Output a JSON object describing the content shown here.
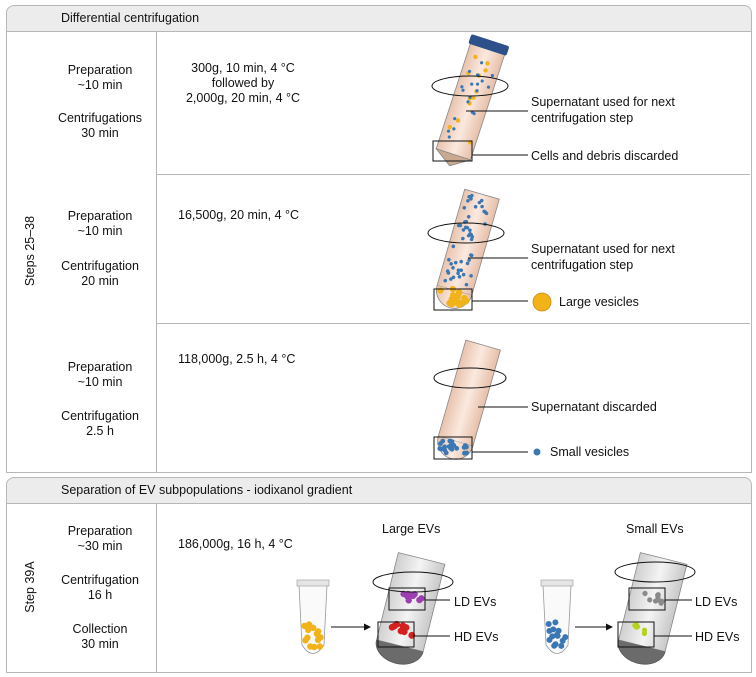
{
  "section1": {
    "header": "Differential centrifugation",
    "steps_label": "Steps 25–38",
    "rows": [
      {
        "prep_label": "Preparation",
        "prep_time": "~10 min",
        "cent_label": "Centrifugations",
        "cent_time": "30 min",
        "condition_lines": [
          "300g, 10 min, 4 °C",
          "followed by",
          "2,000g, 20 min, 4 °C"
        ],
        "ann_top": [
          "Supernatant used for next",
          "centrifugation step"
        ],
        "ann_bottom": "Cells and debris discarded"
      },
      {
        "prep_label": "Preparation",
        "prep_time": "~10 min",
        "cent_label": "Centrifugation",
        "cent_time": "20 min",
        "condition_lines": [
          "16,500g, 20 min, 4 °C"
        ],
        "ann_top": [
          "Supernatant used for next",
          "centrifugation step"
        ],
        "ann_bottom": "Large vesicles"
      },
      {
        "prep_label": "Preparation",
        "prep_time": "~10 min",
        "cent_label": "Centrifugation",
        "cent_time": "2.5 h",
        "condition_lines": [
          "118,000g, 2.5 h, 4 °C"
        ],
        "ann_top": [
          "Supernatant discarded"
        ],
        "ann_bottom": "Small vesicles"
      }
    ]
  },
  "section2": {
    "header": "Separation of EV subpopulations - iodixanol gradient",
    "steps_label": "Step 39A",
    "prep_label": "Preparation",
    "prep_time": "~30 min",
    "cent_label": "Centrifugation",
    "cent_time": "16 h",
    "coll_label": "Collection",
    "coll_time": "30 min",
    "condition": "186,000g, 16 h, 4 °C",
    "large_title": "Large EVs",
    "small_title": "Small EVs",
    "ld_label": "LD EVs",
    "hd_label": "HD EVs"
  },
  "colors": {
    "yellow": "#f2b318",
    "blue": "#3a78b5",
    "purple": "#9b3fb0",
    "red": "#d42020",
    "grey": "#8a8a8a",
    "lime": "#b7d21a",
    "cap": "#2d4f8a",
    "tube_fill": "#f6dccc"
  }
}
